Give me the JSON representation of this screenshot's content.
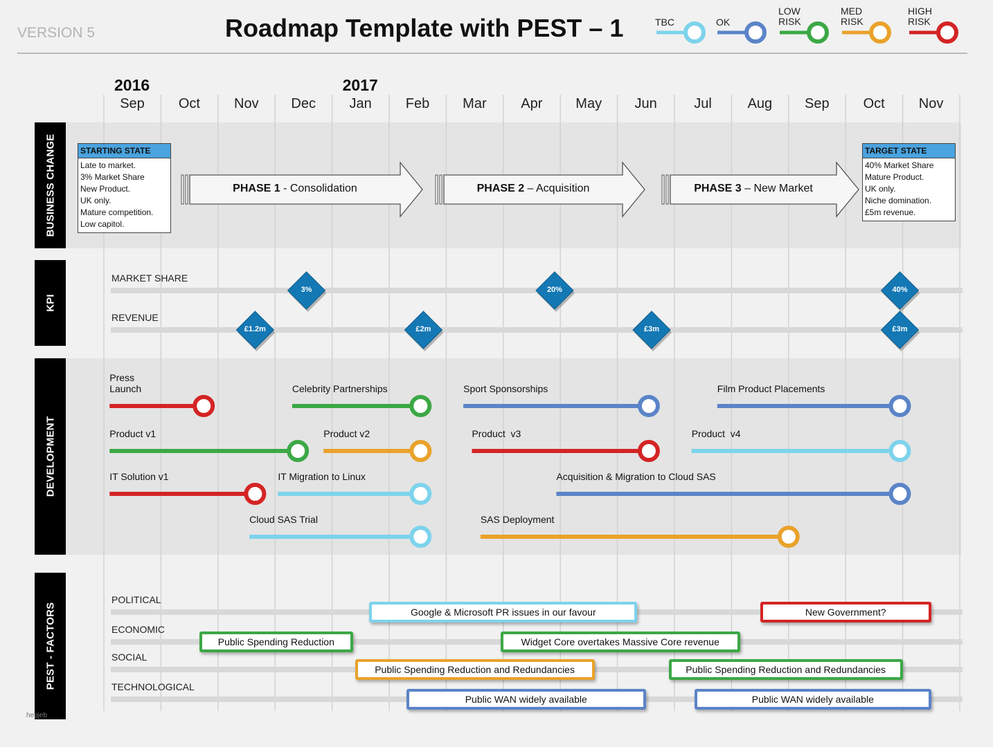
{
  "header": {
    "version": "VERSION 5",
    "title": "Roadmap Template with PEST – 1"
  },
  "legend": [
    {
      "key": "tbc",
      "line1": "TBC",
      "line2": "",
      "color": "#7dd3ec"
    },
    {
      "key": "ok",
      "line1": "OK",
      "line2": "",
      "color": "#5b84c8"
    },
    {
      "key": "low",
      "line1": "LOW",
      "line2": "RISK",
      "color": "#3ca845"
    },
    {
      "key": "med",
      "line1": "MED",
      "line2": "RISK",
      "color": "#e9a22b"
    },
    {
      "key": "high",
      "line1": "HIGH",
      "line2": "RISK",
      "color": "#d42424"
    }
  ],
  "timeline": {
    "years": [
      {
        "label": "2016",
        "month_index": 0
      },
      {
        "label": "2017",
        "month_index": 4
      }
    ],
    "months": [
      "Sep",
      "Oct",
      "Nov",
      "Dec",
      "Jan",
      "Feb",
      "Mar",
      "Apr",
      "May",
      "Jun",
      "Jul",
      "Aug",
      "Sep",
      "Oct",
      "Nov"
    ]
  },
  "sections": {
    "business": "BUSINESS CHANGE",
    "kpi": "KPI",
    "development": "DEVELOPMENT",
    "pest": "PEST - FACTORS"
  },
  "business_change": {
    "starting_state": {
      "heading": "STARTING STATE",
      "lines": [
        "Late to market.",
        "3% Market Share",
        "New Product.",
        "UK only.",
        "Mature competition.",
        "Low capitol."
      ]
    },
    "target_state": {
      "heading": "TARGET STATE",
      "lines": [
        "40% Market Share",
        "Mature Product.",
        "UK only.",
        "Niche domination.",
        "£5m revenue."
      ]
    },
    "phases": [
      {
        "bold": "PHASE 1",
        "sep": " - ",
        "text": "Consolidation"
      },
      {
        "bold": "PHASE 2",
        "sep": " – ",
        "text": "Acquisition"
      },
      {
        "bold": "PHASE 3",
        "sep": " – ",
        "text": "New Market"
      }
    ]
  },
  "kpi": {
    "rows": [
      {
        "label": "MARKET SHARE",
        "milestones": [
          {
            "value": "3%",
            "month": 3.55
          },
          {
            "value": "20%",
            "month": 7.9
          },
          {
            "value": "40%",
            "month": 13.95
          }
        ]
      },
      {
        "label": "REVENUE",
        "milestones": [
          {
            "value": "£1.2m",
            "month": 2.65
          },
          {
            "value": "£2m",
            "month": 5.6
          },
          {
            "value": "£3m",
            "month": 9.6
          },
          {
            "value": "£3m",
            "month": 13.95
          }
        ]
      }
    ]
  },
  "development": {
    "items": [
      {
        "label": "Press\nLaunch",
        "status": "high",
        "start": 0.1,
        "end": 1.75,
        "lane": 0
      },
      {
        "label": "Celebrity Partnerships",
        "status": "low",
        "start": 3.3,
        "end": 5.55,
        "lane": 0
      },
      {
        "label": "Sport Sponsorships",
        "status": "ok",
        "start": 6.3,
        "end": 9.55,
        "lane": 0
      },
      {
        "label": "Film Product Placements",
        "status": "ok",
        "start": 10.75,
        "end": 13.95,
        "lane": 0
      },
      {
        "label": "Product v1",
        "status": "low",
        "start": 0.1,
        "end": 3.4,
        "lane": 1
      },
      {
        "label": "Product v2",
        "status": "med",
        "start": 3.85,
        "end": 5.55,
        "lane": 1
      },
      {
        "label": "Product  v3",
        "status": "high",
        "start": 6.45,
        "end": 9.55,
        "lane": 1
      },
      {
        "label": "Product  v4",
        "status": "tbc",
        "start": 10.3,
        "end": 13.95,
        "lane": 1
      },
      {
        "label": "IT Solution v1",
        "status": "high",
        "start": 0.1,
        "end": 2.65,
        "lane": 2
      },
      {
        "label": "IT Migration to Linux",
        "status": "tbc",
        "start": 3.05,
        "end": 5.55,
        "lane": 2
      },
      {
        "label": "Acquisition & Migration to Cloud SAS",
        "status": "ok",
        "start": 7.93,
        "end": 13.95,
        "lane": 2
      },
      {
        "label": "Cloud SAS Trial",
        "status": "tbc",
        "start": 2.55,
        "end": 5.55,
        "lane": 3
      },
      {
        "label": "SAS Deployment",
        "status": "med",
        "start": 6.6,
        "end": 12.0,
        "lane": 3
      }
    ]
  },
  "pest": {
    "rows": [
      {
        "label": "POLITICAL",
        "items": [
          {
            "text": "Google & Microsoft PR issues in our favour",
            "status": "tbc",
            "start": 4.65,
            "end": 9.35
          },
          {
            "text": "New  Government?",
            "status": "high",
            "start": 11.5,
            "end": 14.5
          }
        ]
      },
      {
        "label": "ECONOMIC",
        "items": [
          {
            "text": "Public Spending Reduction",
            "status": "low",
            "start": 1.67,
            "end": 4.37
          },
          {
            "text": "Widget Core overtakes Massive Core revenue",
            "status": "low",
            "start": 6.95,
            "end": 11.15
          }
        ]
      },
      {
        "label": "SOCIAL",
        "items": [
          {
            "text": "Public Spending Reduction and Redundancies",
            "status": "med",
            "start": 4.4,
            "end": 8.6
          },
          {
            "text": "Public Spending Reduction and Redundancies",
            "status": "low",
            "start": 9.9,
            "end": 14.0
          }
        ]
      },
      {
        "label": "TECHNOLOGICAL",
        "items": [
          {
            "text": "Public WAN widely available",
            "status": "ok",
            "start": 5.3,
            "end": 9.5
          },
          {
            "text": "Public WAN widely available",
            "status": "ok",
            "start": 10.35,
            "end": 14.5
          }
        ]
      }
    ]
  },
  "footer": {
    "text": "hepjeb"
  },
  "colors": {
    "tbc": "#7dd3ec",
    "ok": "#5b84c8",
    "low": "#3ca845",
    "med": "#e9a22b",
    "high": "#d42424",
    "diamond": "#1478b4"
  }
}
